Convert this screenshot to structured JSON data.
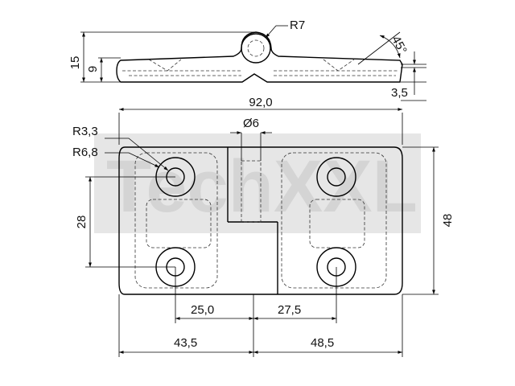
{
  "watermark": {
    "text": "TechXXL"
  },
  "dimensions": {
    "r7": "R7",
    "height_total": "15",
    "height_body": "9",
    "angle": "45°",
    "thickness": "3,5",
    "length": "92,0",
    "pin_diameter": "Ø6",
    "hole_radius_small": "R3,3",
    "hole_radius_large": "R6,8",
    "hole_spacing_vertical": "28",
    "width": "48",
    "hole_offset_left": "25,0",
    "hole_offset_right": "27,5",
    "leaf_left": "43,5",
    "leaf_right": "48,5"
  }
}
